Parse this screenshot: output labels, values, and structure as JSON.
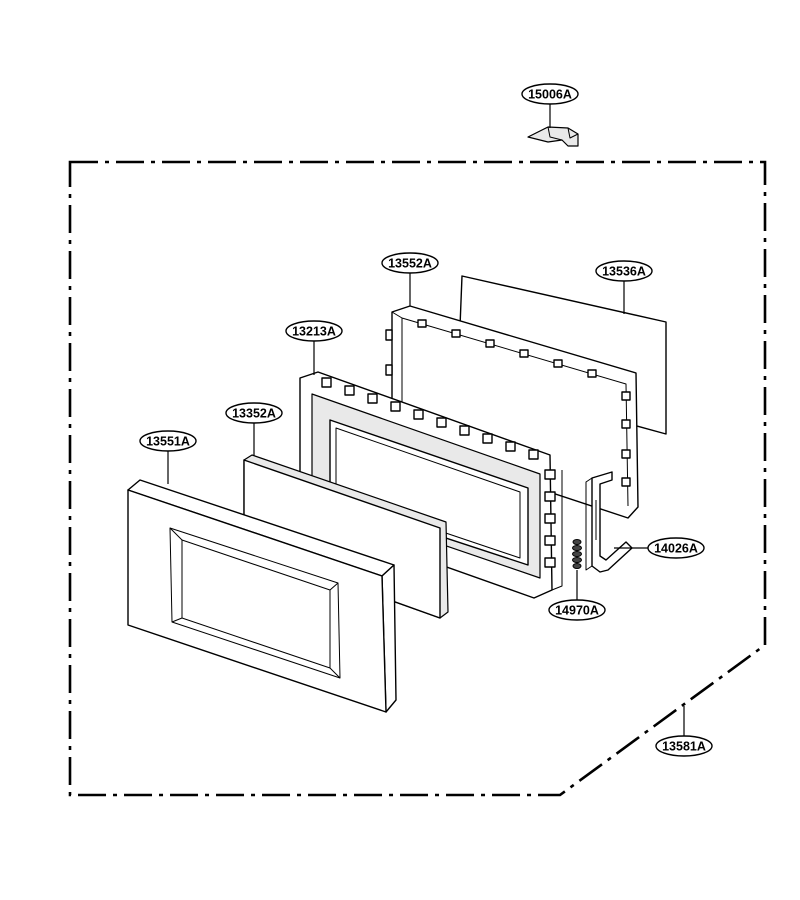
{
  "diagram": {
    "callouts": [
      {
        "id": "15006",
        "label": "15006A"
      },
      {
        "id": "13552",
        "label": "13552A"
      },
      {
        "id": "13536",
        "label": "13536A"
      },
      {
        "id": "13213",
        "label": "13213A"
      },
      {
        "id": "13352",
        "label": "13352A"
      },
      {
        "id": "13551",
        "label": "13551A"
      },
      {
        "id": "14026",
        "label": "14026A"
      },
      {
        "id": "14970",
        "label": "14970A"
      },
      {
        "id": "13581",
        "label": "13581A"
      }
    ]
  }
}
